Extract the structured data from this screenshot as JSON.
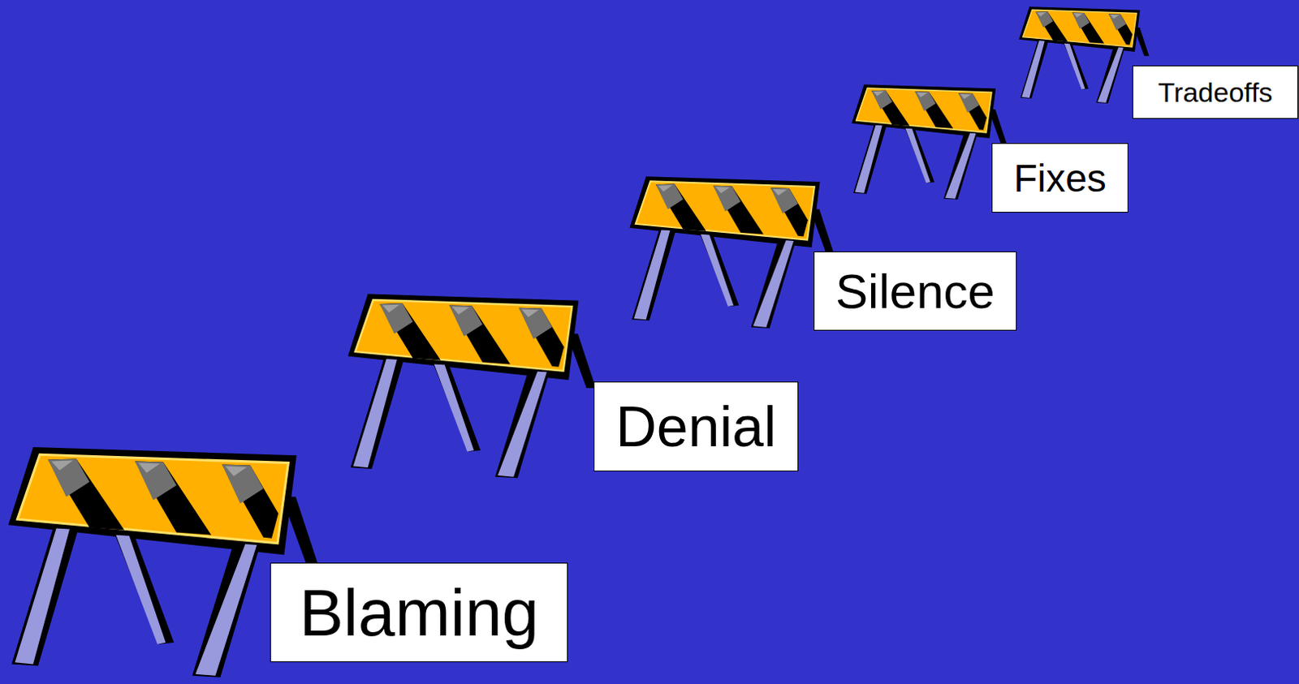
{
  "diagram": {
    "nodes": [
      {
        "text": [
          "Blaming"
        ]
      },
      {
        "text": [
          "Denial"
        ]
      },
      {
        "text": [
          "Silence"
        ]
      },
      {
        "text": [
          "Fixes"
        ]
      },
      {
        "text": [
          "Tradeoffs"
        ]
      }
    ]
  }
}
